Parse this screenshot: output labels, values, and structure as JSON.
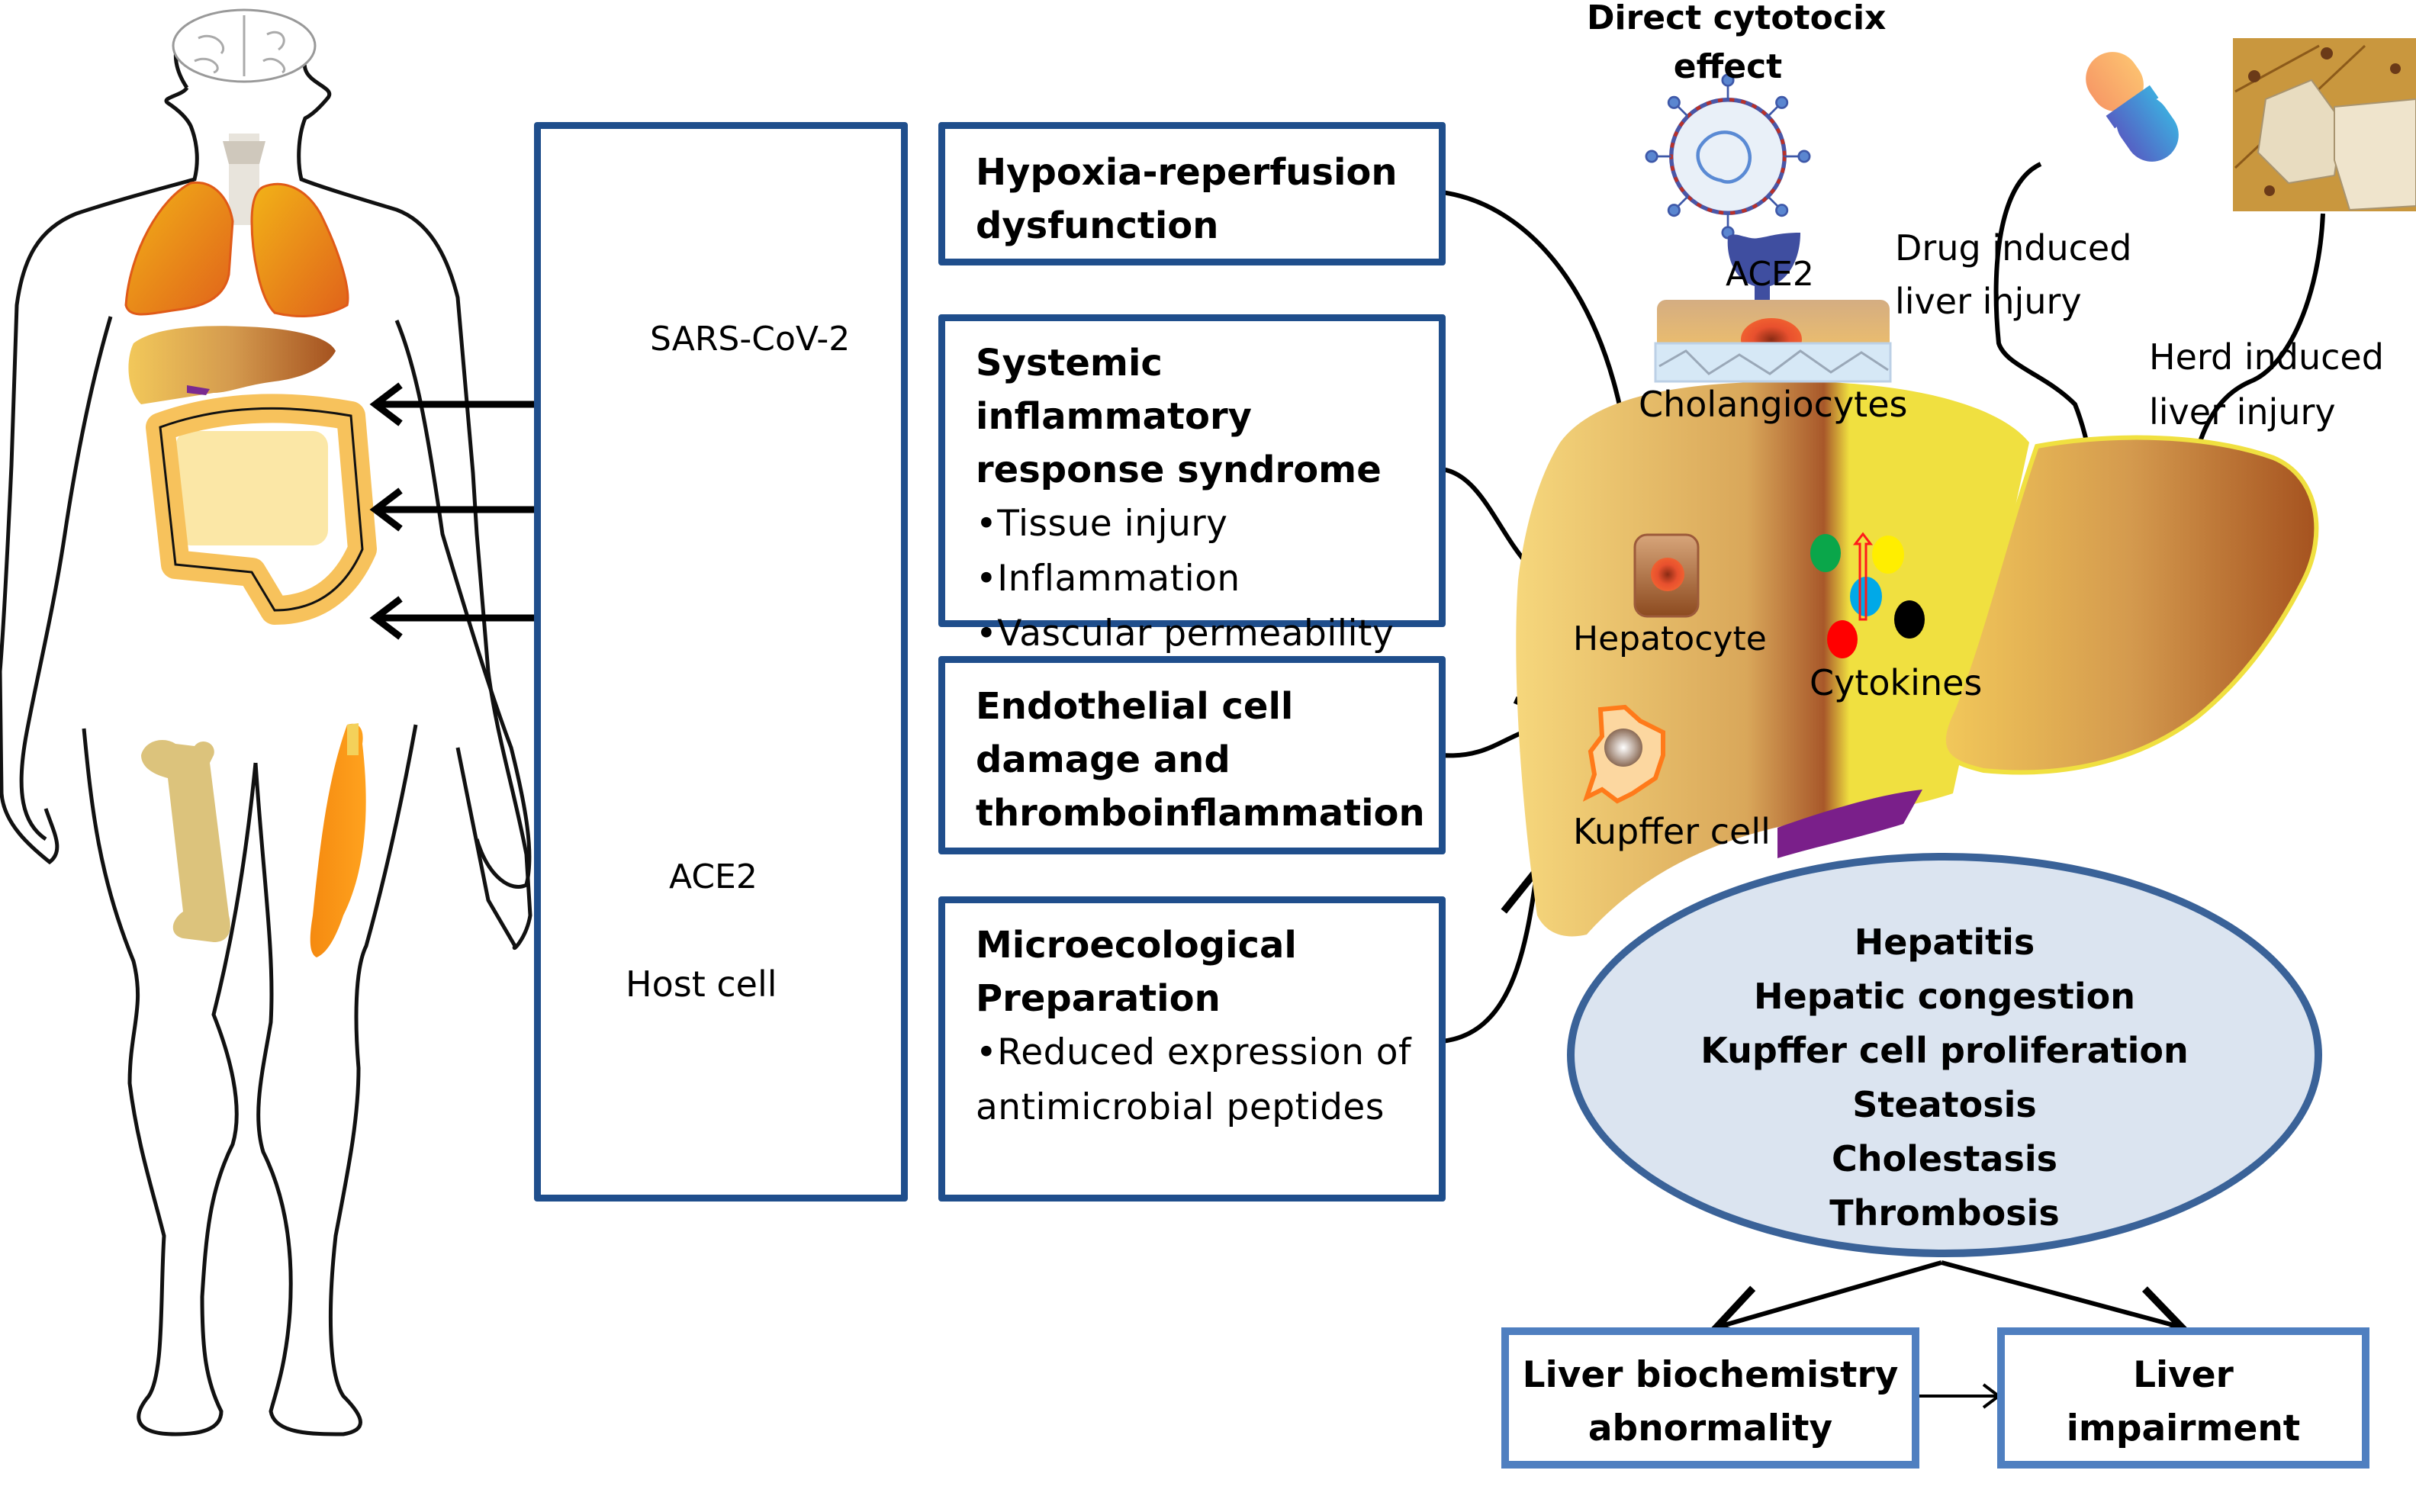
{
  "figure": {
    "title": "SARS-CoV-2 liver injury mechanisms",
    "colors": {
      "box_border": "#1f4e8c",
      "ellipse_fill": "#dbe4f0",
      "ellipse_border": "#3a6298",
      "output_box_border": "#4f7fc0",
      "virus_blue": "#4a74c4",
      "ace2_purple": "#3d4c9c",
      "liver_light": "#f4d27a",
      "liver_dark": "#a8582a",
      "arrow": "#000000"
    }
  },
  "body_panel": {
    "organs": [
      "brain",
      "trachea",
      "lungs",
      "liver",
      "intestine",
      "bone",
      "muscle"
    ]
  },
  "virus_panel": {
    "virus_label": "SARS-CoV-2",
    "receptor_label": "ACE2",
    "host_cell_label": "Host cell"
  },
  "mechanisms": [
    {
      "title_lines": [
        "Hypoxia-reperfusion",
        "dysfunction"
      ],
      "bullets": []
    },
    {
      "title_lines": [
        "Systemic inflammatory",
        "response syndrome"
      ],
      "bullets": [
        "•Tissue injury",
        "•Inflammation",
        "•Vascular permeability"
      ]
    },
    {
      "title_lines": [
        "Endothelial cell",
        "damage and",
        "thromboinflammation"
      ],
      "bullets": []
    },
    {
      "title_lines": [
        "Microecological",
        "Preparation"
      ],
      "bullets": [
        "•Reduced expression of",
        "antimicrobial peptides"
      ]
    }
  ],
  "liver_panel": {
    "direct_effect_lines": [
      "Direct cytotocix",
      "effect"
    ],
    "receptor_label": "ACE2",
    "cholangiocytes_label": "Cholangiocytes",
    "hepatocyte_label": "Hepatocyte",
    "cytokines_label": "Cytokines",
    "kupffer_label": "Kupffer cell",
    "drug_label_lines": [
      "Drug induced",
      "liver injury"
    ],
    "herb_label_lines": [
      "Herd induced",
      "liver injury"
    ],
    "cytokine_colors": [
      "#0aa64a",
      "#ffee00",
      "#00a9e8",
      "#000000",
      "#ff0000"
    ]
  },
  "outcomes": {
    "pathologies": [
      "Hepatitis",
      "Hepatic congestion",
      "Kupffer cell proliferation",
      "Steatosis",
      "Cholestasis",
      "Thrombosis"
    ],
    "result_left_lines": [
      "Liver biochemistry",
      "abnormality"
    ],
    "result_right_lines": [
      "Liver",
      "impairment"
    ]
  }
}
